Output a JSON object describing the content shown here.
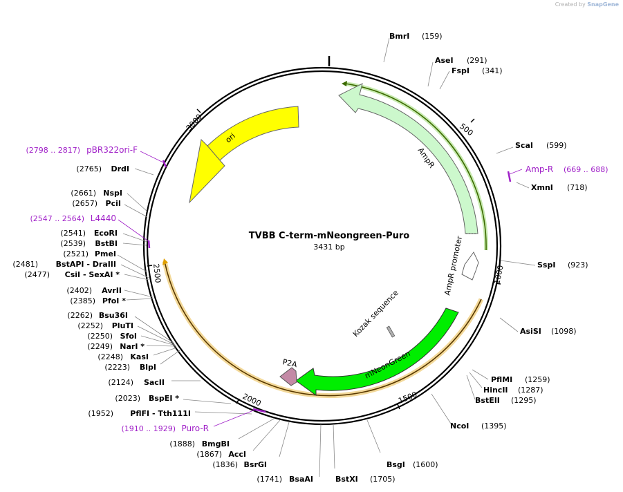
{
  "credit": {
    "prefix": "Created by",
    "brand": "SnapGene"
  },
  "plasmid": {
    "name": "TVBB C-term-mNeongreen-Puro",
    "length_label": "3431 bp"
  },
  "ticks": [
    "500",
    "1000",
    "1500",
    "2000",
    "2500",
    "3000"
  ],
  "features": [
    {
      "id": "ori",
      "label": "ori",
      "color": "#ffff00"
    },
    {
      "id": "ampr",
      "label": "AmpR",
      "color": "#ccf8cc"
    },
    {
      "id": "ampr-promoter",
      "label": "AmpR promoter",
      "color": "#ffffff"
    },
    {
      "id": "mneongreen",
      "label": "mNeonGreen",
      "color": "#00ee00"
    },
    {
      "id": "p2a",
      "label": "P2A",
      "color": "#c38aa6"
    },
    {
      "id": "kozak",
      "label": "Kozak sequence",
      "color": "#a0a0a0"
    }
  ],
  "sites": [
    {
      "name": "BmrI",
      "pos": "(159)"
    },
    {
      "name": "AseI",
      "pos": "(291)"
    },
    {
      "name": "FspI",
      "pos": "(341)"
    },
    {
      "name": "ScaI",
      "pos": "(599)"
    },
    {
      "name": "XmnI",
      "pos": "(718)"
    },
    {
      "name": "SspI",
      "pos": "(923)"
    },
    {
      "name": "AsiSI",
      "pos": "(1098)"
    },
    {
      "name": "PflMI",
      "pos": "(1259)"
    },
    {
      "name": "HincII",
      "pos": "(1287)"
    },
    {
      "name": "BstEII",
      "pos": "(1295)"
    },
    {
      "name": "NcoI",
      "pos": "(1395)"
    },
    {
      "name": "BsgI",
      "pos": "(1600)"
    },
    {
      "name": "BstXI",
      "pos": "(1705)"
    },
    {
      "name": "BsaAI",
      "pos": "(1741)"
    },
    {
      "name": "BsrGI",
      "pos": "(1836)"
    },
    {
      "name": "AccI",
      "pos": "(1867)"
    },
    {
      "name": "BmgBI",
      "pos": "(1888)"
    },
    {
      "name": "PflFI - Tth111I",
      "pos": "(1952)"
    },
    {
      "name": "BspEI *",
      "pos": "(2023)"
    },
    {
      "name": "SacII",
      "pos": "(2124)"
    },
    {
      "name": "BlpI",
      "pos": "(2223)"
    },
    {
      "name": "KasI",
      "pos": "(2248)"
    },
    {
      "name": "NarI *",
      "pos": "(2249)"
    },
    {
      "name": "SfoI",
      "pos": "(2250)"
    },
    {
      "name": "PluTI",
      "pos": "(2252)"
    },
    {
      "name": "Bsu36I",
      "pos": "(2262)"
    },
    {
      "name": "PfoI *",
      "pos": "(2385)"
    },
    {
      "name": "AvrII",
      "pos": "(2402)"
    },
    {
      "name": "CsiI - SexAI *",
      "pos": "(2477)"
    },
    {
      "name": "BstAPI - DraIII",
      "pos": "(2481)"
    },
    {
      "name": "PmeI",
      "pos": "(2521)"
    },
    {
      "name": "BstBI",
      "pos": "(2539)"
    },
    {
      "name": "EcoRI",
      "pos": "(2541)"
    },
    {
      "name": "PciI",
      "pos": "(2657)"
    },
    {
      "name": "NspI",
      "pos": "(2661)"
    },
    {
      "name": "DrdI",
      "pos": "(2765)"
    }
  ],
  "primers": [
    {
      "name": "Amp-R",
      "range": "(669 .. 688)"
    },
    {
      "name": "Puro-R",
      "range": "(1910 .. 1929)"
    },
    {
      "name": "L4440",
      "range": "(2547 .. 2564)"
    },
    {
      "name": "pBR322ori-F",
      "range": "(2798 .. 2817)"
    }
  ],
  "colors": {
    "primer": "#a020c8",
    "backbone": "#000000",
    "leader": "#888888"
  }
}
